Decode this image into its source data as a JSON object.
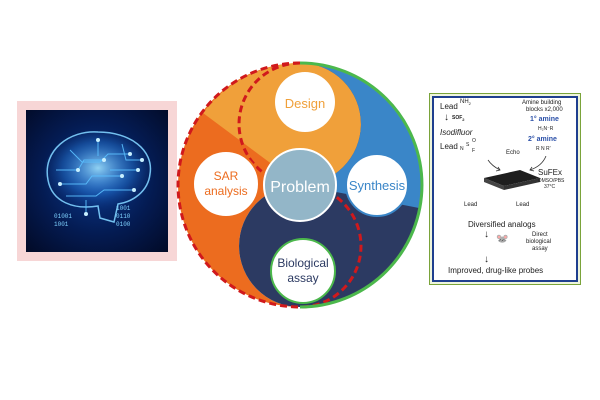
{
  "cycle": {
    "center_label": "Problem",
    "design_label": "Design",
    "synthesis_label": "Synthesis",
    "bio_line1": "Biological",
    "bio_line2": "assay",
    "sar_line1": "SAR",
    "sar_line2": "analysis"
  },
  "brain": {
    "digits": [
      "01001",
      "1001",
      "0110",
      "0100",
      "1001"
    ]
  },
  "scheme": {
    "lead_top": "Lead",
    "nh2": "NH",
    "nh2_sub": "2",
    "sor_label": "SOF",
    "sor_sub": "2",
    "isodifluor": "Isodifluor",
    "lead_mid": "Lead",
    "n_label": "N",
    "s_label": "S",
    "o_label": "O",
    "f_label": "F",
    "amine_line1": "Amine building",
    "amine_line2": "blocks x2,000",
    "primary_amine": "1° amine",
    "h2n_r": "H₂N⁻R",
    "secondary_amine": "2° amine",
    "r_n_r": "R N R'",
    "echo": "Echo",
    "sufex": "SuFEx",
    "conditions_1": "DMSO/PBS",
    "conditions_2": "37°C",
    "lead_a": "Lead",
    "lead_b": "Lead",
    "diversified": "Diversified analogs",
    "direct_1": "Direct",
    "direct_2": "biological",
    "direct_3": "assay",
    "improved": "Improved, drug-like probes"
  },
  "colors": {
    "design_orange": "#f0a03a",
    "sar_orange": "#ec6c1f",
    "synthesis_blue": "#3a86c8",
    "bio_navy": "#2c3a62",
    "center_blue": "#93b6c8",
    "dashed_red": "#d0191c",
    "outline_green": "#4cb84c"
  }
}
